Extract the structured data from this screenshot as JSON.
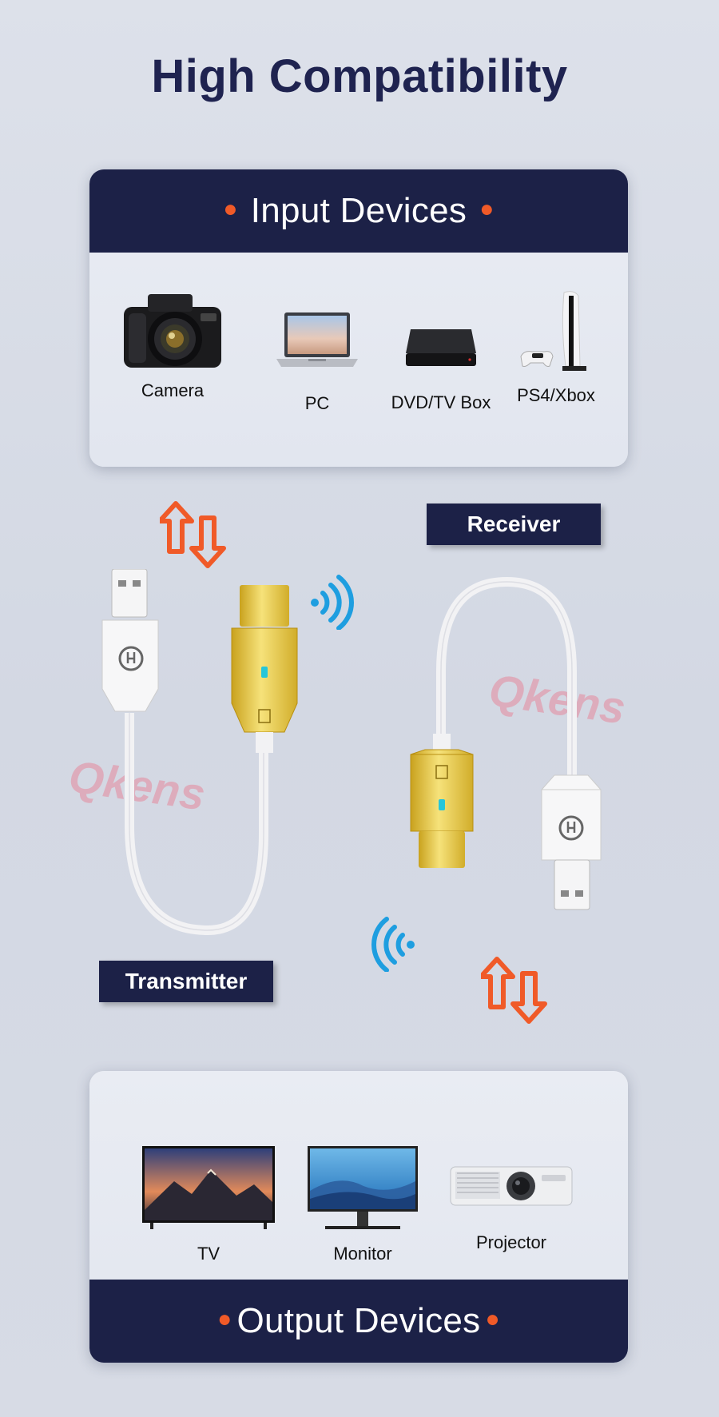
{
  "title": "High Compatibility",
  "input_card": {
    "heading": "Input Devices",
    "devices": [
      {
        "label": "Camera",
        "icon": "camera-icon"
      },
      {
        "label": "PC",
        "icon": "laptop-icon"
      },
      {
        "label": "DVD/TV Box",
        "icon": "tv-box-icon"
      },
      {
        "label": "PS4/Xbox",
        "icon": "game-console-icon"
      }
    ]
  },
  "tags": {
    "receiver": "Receiver",
    "transmitter": "Transmitter"
  },
  "watermark": "Qkens",
  "output_card": {
    "heading": "Output Devices",
    "devices": [
      {
        "label": "TV",
        "icon": "tv-icon"
      },
      {
        "label": "Monitor",
        "icon": "monitor-icon"
      },
      {
        "label": "Projector",
        "icon": "projector-icon"
      }
    ]
  },
  "colors": {
    "navy": "#1c2147",
    "accent_orange": "#f05a28",
    "gold": "#e8c93a",
    "signal_blue": "#1e9ee0"
  }
}
